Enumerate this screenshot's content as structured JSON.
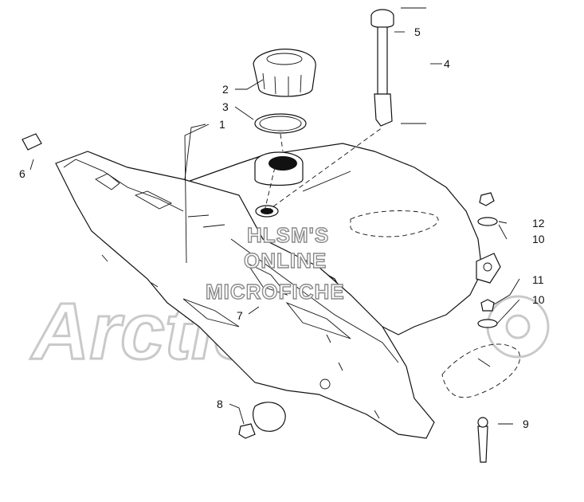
{
  "watermark": {
    "brand": "ArcticCat",
    "line1": "HLSM'S",
    "line2": "ONLINE",
    "line3": "MICROFICHE"
  },
  "callouts": [
    {
      "id": "1",
      "label": "1"
    },
    {
      "id": "2",
      "label": "2"
    },
    {
      "id": "3",
      "label": "3"
    },
    {
      "id": "4",
      "label": "4"
    },
    {
      "id": "5",
      "label": "5"
    },
    {
      "id": "6",
      "label": "6"
    },
    {
      "id": "7",
      "label": "7"
    },
    {
      "id": "8",
      "label": "8"
    },
    {
      "id": "9",
      "label": "9"
    },
    {
      "id": "10a",
      "label": "10"
    },
    {
      "id": "10b",
      "label": "10"
    },
    {
      "id": "11",
      "label": "11"
    },
    {
      "id": "12",
      "label": "12"
    }
  ]
}
